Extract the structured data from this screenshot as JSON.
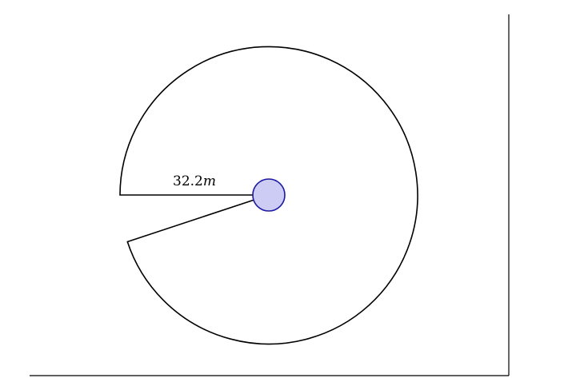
{
  "diagram": {
    "type": "circle-sector",
    "description_label": {
      "number": "32.2",
      "unit": "m"
    },
    "colors": {
      "outline": "#000000",
      "center_fill": "#ccccf5",
      "center_stroke": "#1a1aa0",
      "frame": "#000000",
      "background": "#ffffff"
    }
  }
}
